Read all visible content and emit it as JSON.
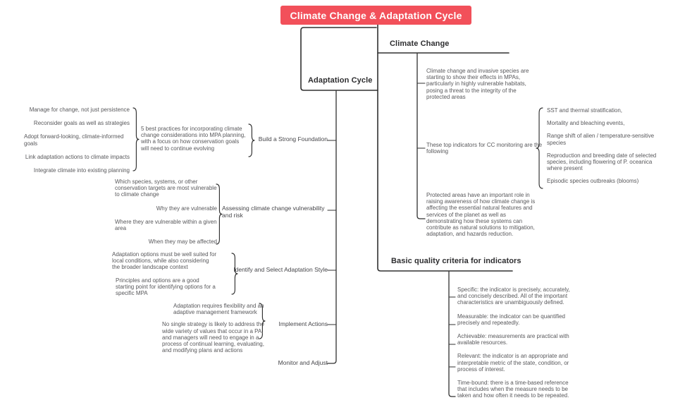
{
  "title": "Climate Change & Adaptation Cycle",
  "colors": {
    "banner_bg": "#f2505a",
    "banner_text": "#ffffff",
    "line": "#303030",
    "body_text": "#58585b",
    "heading_text": "#2d2d2f"
  },
  "climate_change": {
    "label": "Climate Change",
    "children": [
      {
        "text": "Climate change and invasive species are starting to show their effects in MPAs, particularly in highly vulnerable habitats, posing a threat to the integrity of the protected areas"
      },
      {
        "text": "These top indicators for CC monitoring are the following",
        "indicators": [
          "SST and thermal stratification,",
          "Mortality and bleaching events,",
          "Range shift of alien / temperature-sensitive species",
          "Reproduction and breeding date of selected species, including flowering of P. oceanica where present",
          "Episodic species outbreaks (blooms)"
        ]
      },
      {
        "text": "Protected areas have an important role in raising awareness of how climate change is affecting the essential natural features and services of the planet as well as demonstrating how these systems can contribute as natural solutions to mitigation, adaptation, and hazards reduction."
      }
    ]
  },
  "quality_criteria": {
    "label": "Basic quality criteria for indicators",
    "items": [
      "Specific: the indicator is precisely, accurately, and concisely described. All of the important characteristics are unambiguously defined.",
      "Measurable: the indicator can be quantified precisely and repeatedly.",
      "Achievable: measurements are practical with available resources.",
      "Relevant: the indicator is an appropriate and interpretable metric of the state, condition, or process of interest.",
      "Time-bound: there is a time-based reference that includes when the measure needs to be taken and how often it needs to be repeated."
    ]
  },
  "adaptation_cycle": {
    "label": "Adaptation Cycle",
    "stages": [
      {
        "label": "Build a Strong Foundation",
        "summary": "5 best practices for incorporating climate change considerations into MPA planning, with a focus on how conservation goals will need to continue evolving",
        "points": [
          "Manage for change, not just persistence",
          "Reconsider goals as well as strategies",
          "Adopt forward-looking, climate-informed goals",
          "Link adaptation actions to climate impacts",
          "Integrate climate into existing planning"
        ]
      },
      {
        "label": "Assessing climate change vulnerability and risk",
        "points": [
          "Which species, systems, or other conservation targets are most vulnerable to climate change",
          "Why they are vulnerable",
          "Where they are vulnerable within a given area",
          "When they may be affected"
        ]
      },
      {
        "label": "Identify and Select Adaptation Style",
        "points": [
          "Adaptation options must be well suited for local conditions, while also considering the broader landscape context",
          "Principles and options are a good starting point for identifying options for a specific MPA"
        ]
      },
      {
        "label": "Implement Actions",
        "points": [
          "Adaptation requires flexibility and an adaptive management framework",
          "No single strategy is likely to address the wide variety of values that occur in a PA, and managers will need to engage in a process of continual learning, evaluating, and modifying plans and actions"
        ]
      },
      {
        "label": "Monitor and Adjust",
        "points": []
      }
    ]
  }
}
